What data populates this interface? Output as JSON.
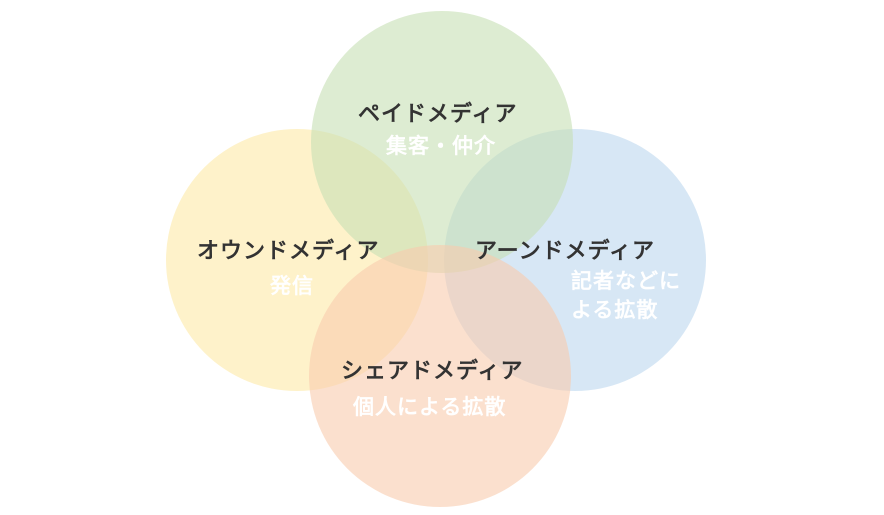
{
  "circles": [
    {
      "id": "paid",
      "title": "ペイドメディア",
      "description": "集客・仲介",
      "color": "#c6e0b4"
    },
    {
      "id": "owned",
      "title": "オウンドメディア",
      "description": "発信",
      "color": "#fde9a6"
    },
    {
      "id": "earned",
      "title": "アーンドメディア",
      "description": "記者などに\nよる拡散",
      "color": "#bdd7ee"
    },
    {
      "id": "shared",
      "title": "シェアドメディア",
      "description": "個人による拡散",
      "color": "#f8cbad"
    }
  ]
}
